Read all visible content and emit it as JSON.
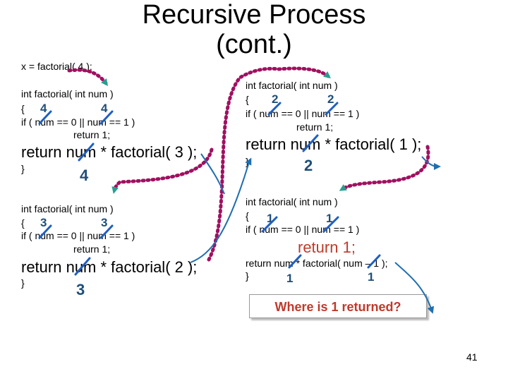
{
  "slide": {
    "title_line1": "Recursive Process",
    "title_line2": "(cont.)",
    "call_statement": "x = factorial( 4 );",
    "page_number": "41",
    "callout": "Where is 1 returned?"
  },
  "frames": [
    {
      "header": "int factorial( int num )",
      "brace_open": "{",
      "condition": "if ( num == 0 || num == 1 )",
      "return_one": "return 1;",
      "recursive_return": "return num * factorial( 3 );",
      "brace_close": "}",
      "num_left": "4",
      "num_right": "4",
      "result": "4"
    },
    {
      "header": "int factorial( int num )",
      "brace_open": "{",
      "condition": "if ( num == 0 || num == 1 )",
      "return_one": "return 1;",
      "recursive_return": "return num * factorial( 2 );",
      "brace_close": "}",
      "num_left": "3",
      "num_right": "3",
      "result": "3"
    },
    {
      "header": "int factorial( int num )",
      "brace_open": "{",
      "condition": "if ( num == 0 || num == 1 )",
      "return_one": "return 1;",
      "recursive_return": "return num * factorial( 1 );",
      "brace_close": "}",
      "num_left": "2",
      "num_right": "2",
      "result": "2"
    },
    {
      "header": "int factorial( int num )",
      "brace_open": "{",
      "condition": "if ( num == 0 || num == 1 )",
      "return_one": "return 1;",
      "recursive_return": "return num * factorial( num – 1 );",
      "brace_close": "}",
      "num_left": "1",
      "num_right": "1",
      "result_left": "1",
      "result_right": "1"
    }
  ],
  "colors": {
    "arrow_dotted": "#a01060",
    "arrow_solid": "#1f6fb0",
    "strike": "#1f5fc0",
    "values": "#1f4e79",
    "highlight": "#c0392b"
  }
}
